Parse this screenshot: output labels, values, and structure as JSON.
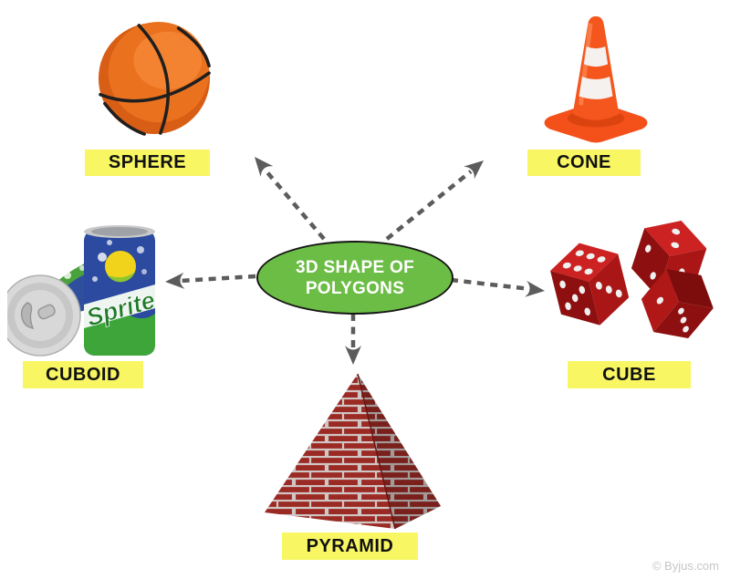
{
  "title_node": {
    "line1": "3D SHAPE OF",
    "line2": "POLYGONS"
  },
  "labels": {
    "sphere": "SPHERE",
    "cone": "CONE",
    "cuboid": "CUBOID",
    "cube": "CUBE",
    "pyramid": "PYRAMID"
  },
  "can_brand": "Sprite",
  "credit": "© Byjus.com",
  "colors": {
    "center_fill": "#6cbd45",
    "label_bg": "#f8f763",
    "arrow_gray": "#5c5c5c",
    "basketball_orange": "#e8701f",
    "cone_orange": "#f95416",
    "dice_red": "#c01e1e",
    "pyramid_brick": "#9b2a24",
    "can_blue": "#2b4aa0",
    "can_green": "#3da539"
  }
}
